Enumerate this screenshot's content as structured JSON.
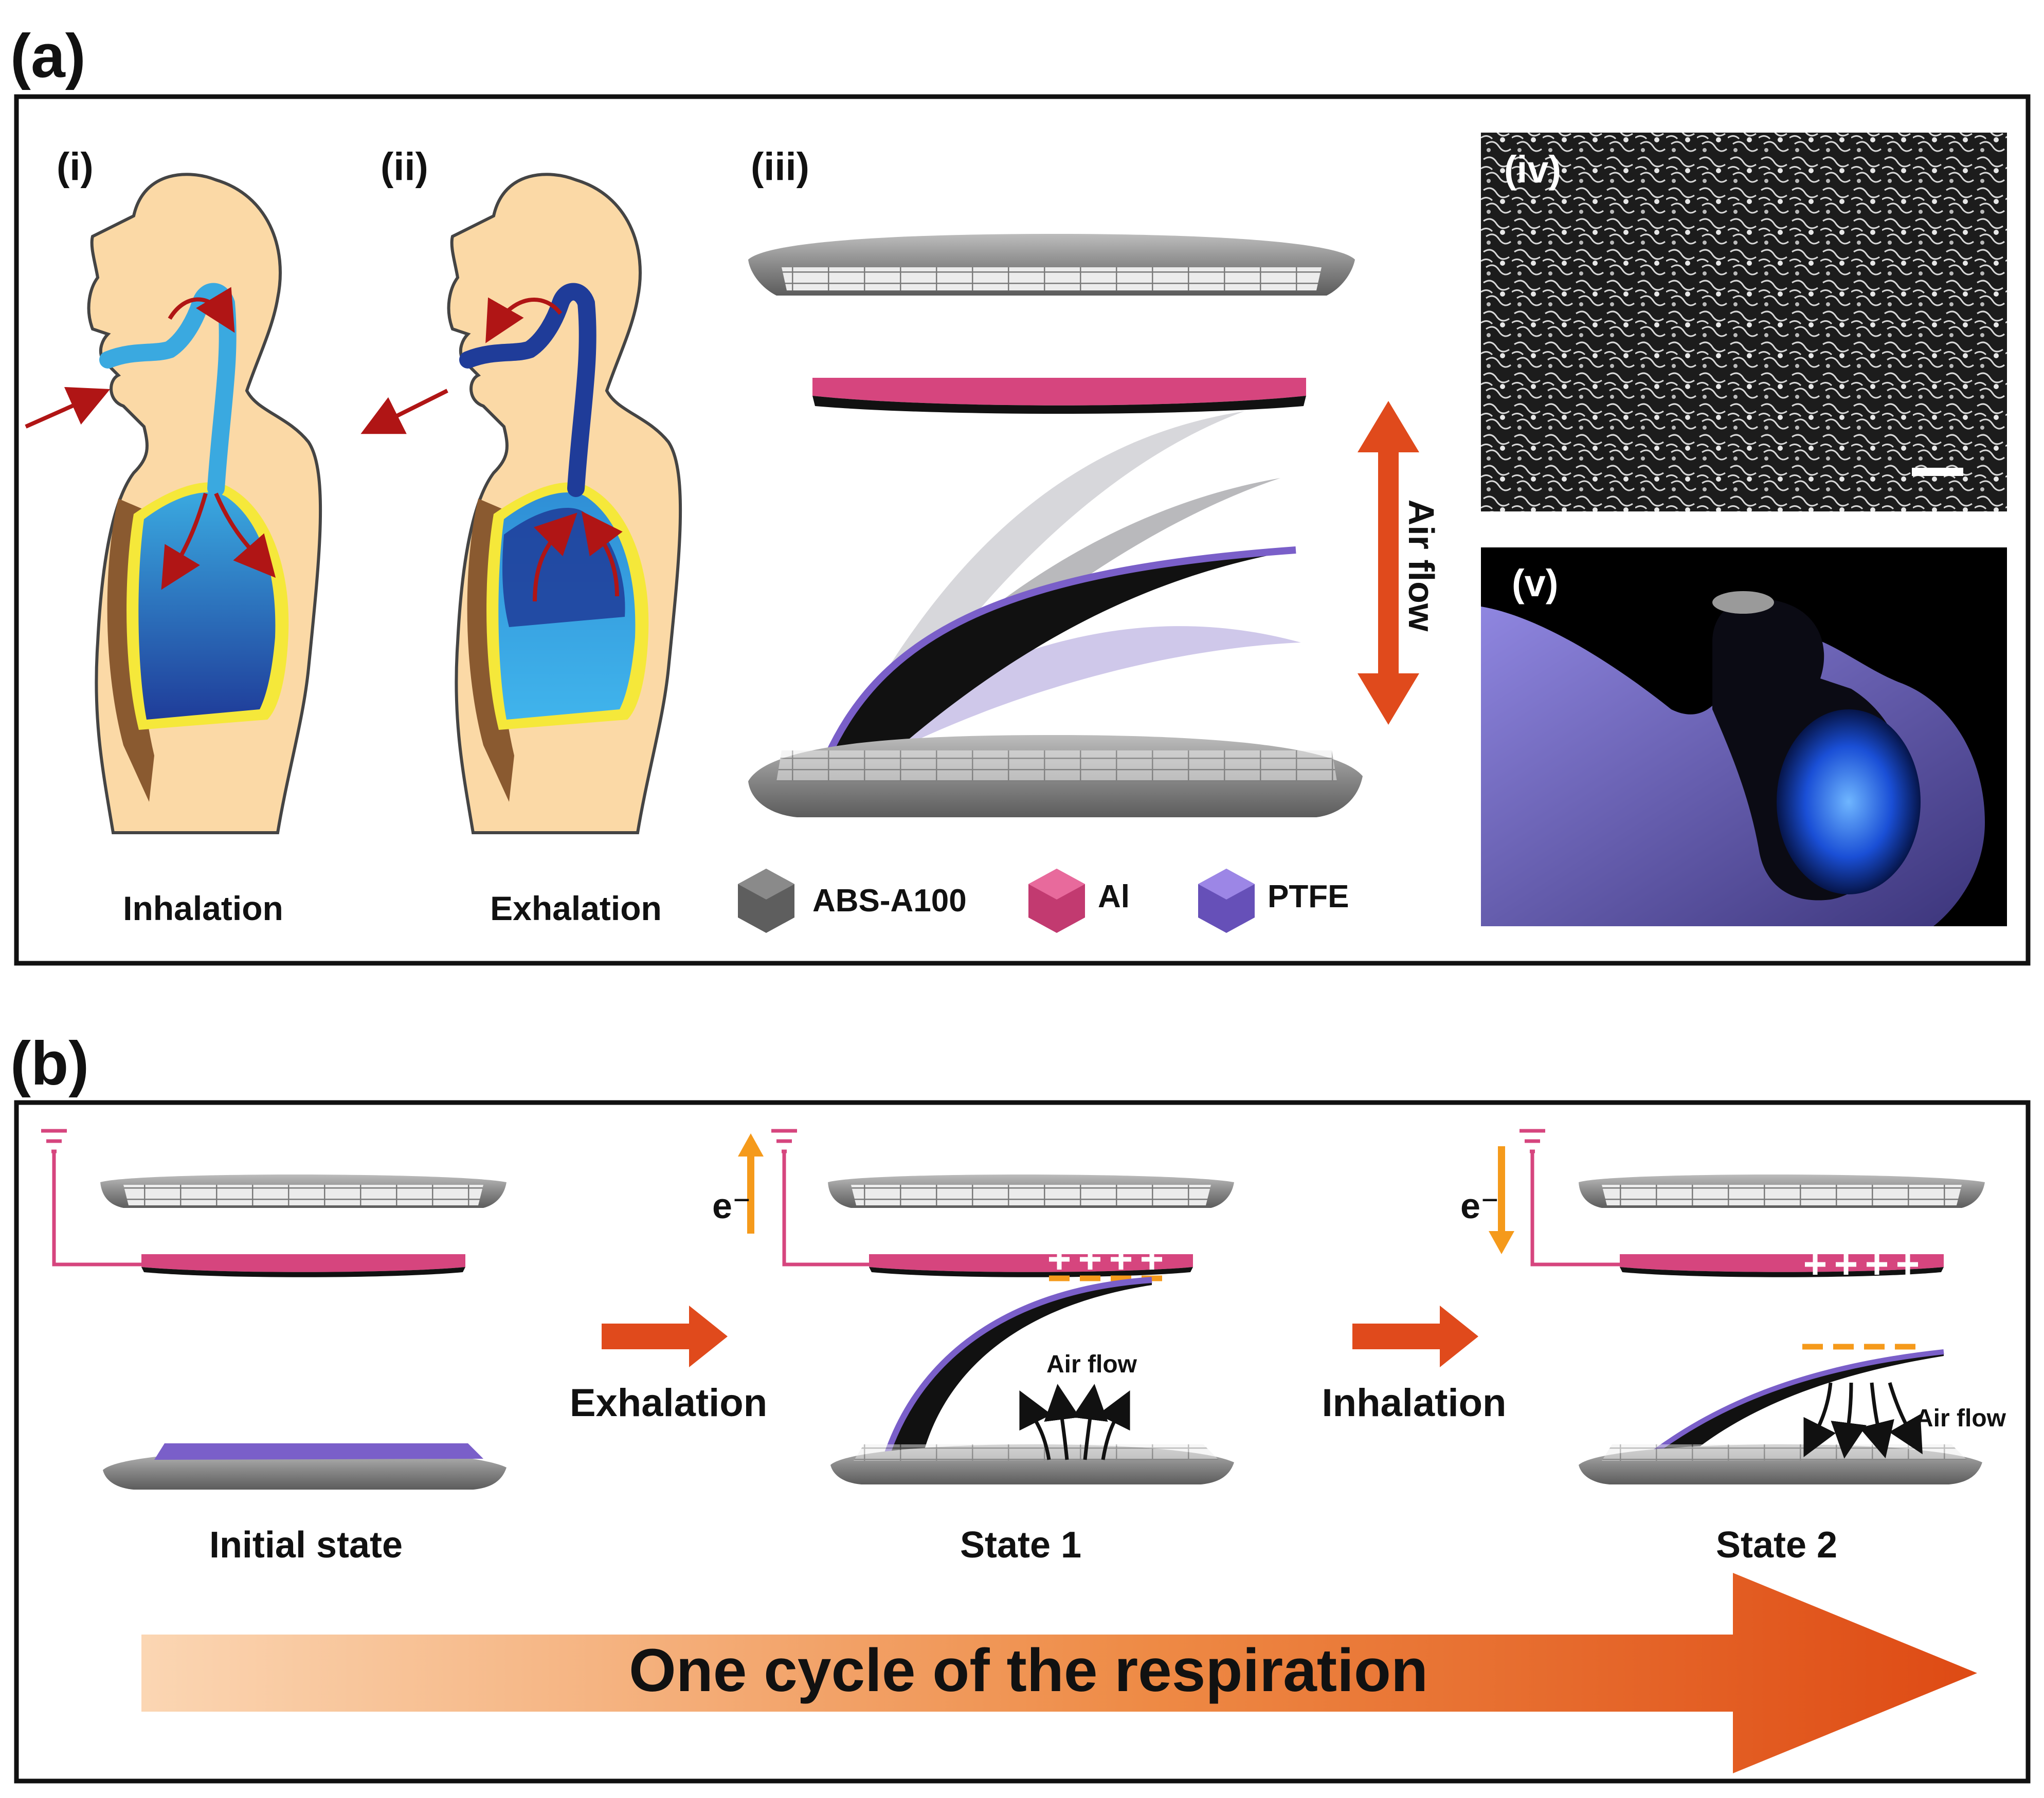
{
  "panel_a": {
    "label": "(a)",
    "sub_i": "(i)",
    "sub_ii": "(ii)",
    "sub_iii": "(iii)",
    "sub_iv": "(iv)",
    "sub_v": "(v)",
    "caption_inhalation": "Inhalation",
    "caption_exhalation": "Exhalation",
    "airflow_label": "Air flow",
    "legend": [
      {
        "name": "ABS-A100",
        "color": "#6b6b6b"
      },
      {
        "name": "Al",
        "color": "#d6457e"
      },
      {
        "name": "PTFE",
        "color": "#7a5fc9"
      }
    ]
  },
  "panel_b": {
    "label": "(b)",
    "initial_state": "Initial state",
    "state1": "State 1",
    "state2": "State 2",
    "exhalation": "Exhalation",
    "inhalation": "Inhalation",
    "airflow1": "Air flow",
    "airflow2": "Air flow",
    "electron1": "e⁻",
    "electron2": "e⁻",
    "cycle": "One cycle of the respiration"
  },
  "colors": {
    "skin": "#fbd9a6",
    "airway_light": "#3aa9e0",
    "airway_dark": "#1f3c99",
    "arrow_red": "#b01515",
    "al_pink": "#d6457e",
    "ptfe_purple": "#7a5fc9",
    "flow_orange": "#e04a1c",
    "charge_orange": "#f59a1b"
  }
}
